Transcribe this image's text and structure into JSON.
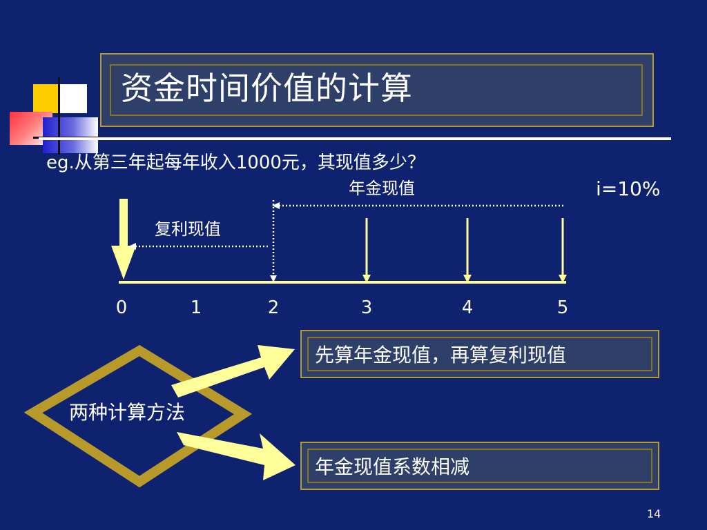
{
  "slide": {
    "title": "资金时间价值的计算",
    "question": "eg.从第三年起每年收入1000元，其现值多少？",
    "rate": "i=10%",
    "page_number": "14"
  },
  "timeline": {
    "annuity_label": "年金现值",
    "compound_label": "复利现值",
    "ticks": [
      "0",
      "1",
      "2",
      "3",
      "4",
      "5"
    ]
  },
  "methods": {
    "center_label": "两种计算方法",
    "method_1": "先算年金现值，再算复利现值",
    "method_2": "年金现值系数相减"
  },
  "colors": {
    "background": "#0e2270",
    "box_fill": "#2e3f6a",
    "gold": "#b89a2a",
    "arrow": "#ffff99"
  }
}
